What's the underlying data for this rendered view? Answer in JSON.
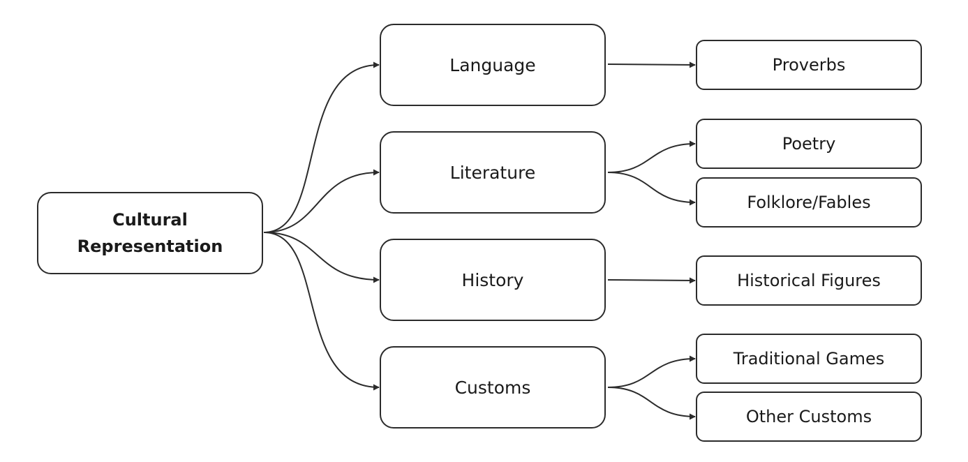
{
  "root": {
    "line1": "Cultural",
    "line2": "Representation"
  },
  "categories": [
    {
      "label": "Language",
      "children": [
        "Proverbs"
      ]
    },
    {
      "label": "Literature",
      "children": [
        "Poetry",
        "Folklore/Fables"
      ]
    },
    {
      "label": "History",
      "children": [
        "Historical Figures"
      ]
    },
    {
      "label": "Customs",
      "children": [
        "Traditional Games",
        "Other Customs"
      ]
    }
  ],
  "colors": {
    "stroke": "#2b2b2b",
    "background": "#ffffff"
  }
}
